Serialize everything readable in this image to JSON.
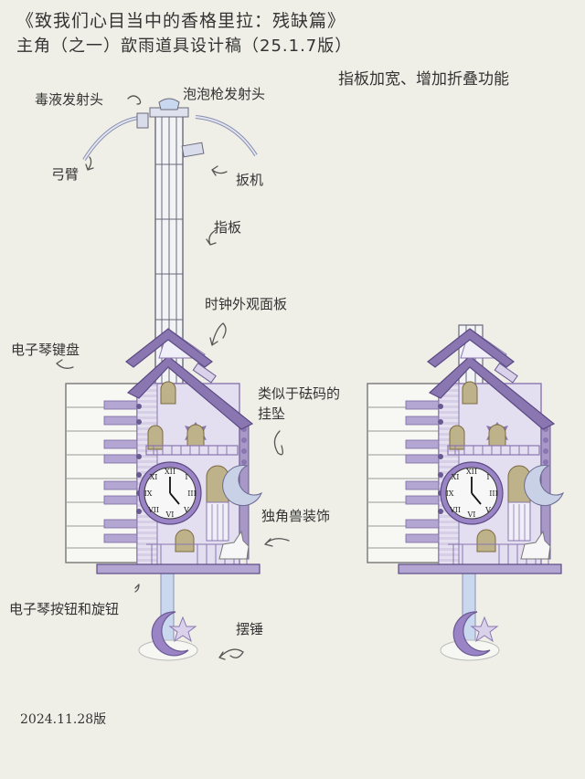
{
  "title": {
    "line1": "《致我们心目当中的香格里拉：残缺篇》",
    "line2": "主角（之一）歆雨道具设计稿（25.1.7版）"
  },
  "note": "指板加宽、增加折叠功能",
  "labels": {
    "venom_launcher": "毒液发射头",
    "bubble_launcher": "泡泡枪发射头",
    "bow_arm": "弓臂",
    "trigger": "扳机",
    "fingerboard": "指板",
    "clock_panel": "时钟外观面板",
    "keyboard": "电子琴键盘",
    "weight_pendant": "类似于砝码的挂坠",
    "unicorn_decor": "独角兽装饰",
    "buttons_knobs": "电子琴按钮和旋钮",
    "pendulum": "摆锤"
  },
  "version": "2024.11.28版",
  "colors": {
    "background": "#efefe7",
    "purple": "#8a76b0",
    "light_purple": "#d9d2ea",
    "wall": "#e4dff0",
    "gold": "#b8ab7d",
    "blue": "#c9d8ee"
  }
}
